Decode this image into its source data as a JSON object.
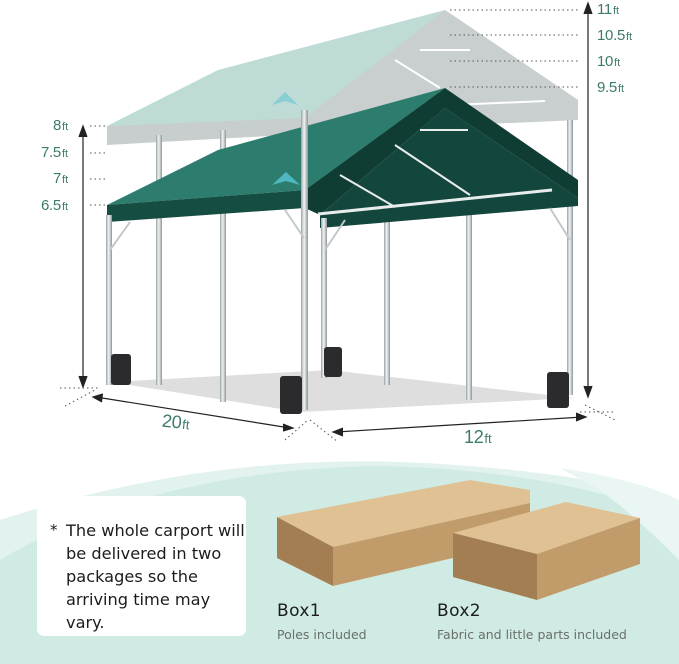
{
  "product": {
    "subject": "Adjustable-height carport with green canopy",
    "colors": {
      "label_teal": "#3d7a6c",
      "canopy_dark": "#103f36",
      "canopy_mid": "#1f6b5c",
      "canopy_ghost": "#a9cfc8",
      "background_mint": "#d3ece6",
      "box_tan": "#c9a572"
    }
  },
  "heights_low": [
    {
      "value": "8",
      "unit": "ft"
    },
    {
      "value": "7.5",
      "unit": "ft"
    },
    {
      "value": "7",
      "unit": "ft"
    },
    {
      "value": "6.5",
      "unit": "ft"
    }
  ],
  "heights_high": [
    {
      "value": "11",
      "unit": "ft"
    },
    {
      "value": "10.5",
      "unit": "ft"
    },
    {
      "value": "10",
      "unit": "ft"
    },
    {
      "value": "9.5",
      "unit": "ft"
    }
  ],
  "footprint": {
    "length": {
      "value": "20",
      "unit": "ft"
    },
    "width": {
      "value": "12",
      "unit": "ft"
    }
  },
  "note": {
    "bullet": "*",
    "text": "The whole carport will be delivered in two packages so the arriving time may vary."
  },
  "boxes": [
    {
      "title": "Box1",
      "description": "Poles included"
    },
    {
      "title": "Box2",
      "description": "Fabric and little parts included"
    }
  ]
}
